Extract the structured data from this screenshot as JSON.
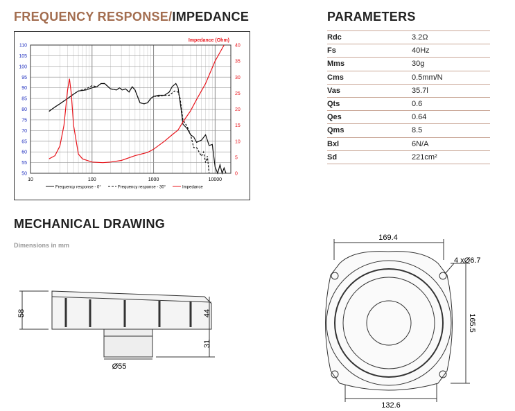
{
  "titles": {
    "freq_part1": "FREQUENCY RESPONSE/",
    "freq_part2": "IMPEDANCE",
    "parameters": "PARAMETERS",
    "mechanical": "MECHANICAL DRAWING"
  },
  "dimensions_note": "Dimensions in mm",
  "parameters": [
    {
      "name": "Rdc",
      "value": "3.2Ω"
    },
    {
      "name": "Fs",
      "value": "40Hz"
    },
    {
      "name": "Mms",
      "value": "30g"
    },
    {
      "name": "Cms",
      "value": "0.5mm/N"
    },
    {
      "name": "Vas",
      "value": "35.7l"
    },
    {
      "name": "Qts",
      "value": "0.6"
    },
    {
      "name": "Qes",
      "value": "0.64"
    },
    {
      "name": "Qms",
      "value": "8.5"
    },
    {
      "name": "Bxl",
      "value": "6N/A"
    },
    {
      "name": "Sd",
      "value": "221cm²"
    }
  ],
  "drawing": {
    "side_height": "58",
    "upper_depth": "44",
    "lower_depth": "31",
    "magnet_dia": "Ø55",
    "top_width": "169.4",
    "holes": "4 xØ6.7",
    "right_height": "165.5",
    "bottom_width": "132.6"
  },
  "chart_data": {
    "type": "line",
    "xscale": "log",
    "xlim": [
      10,
      18000
    ],
    "ylim": [
      50,
      110
    ],
    "y2lim": [
      0,
      40
    ],
    "xticks": [
      "10",
      "100",
      "1000",
      "10000"
    ],
    "yticks": [
      "50",
      "55",
      "60",
      "65",
      "70",
      "75",
      "80",
      "85",
      "90",
      "95",
      "100",
      "105",
      "110"
    ],
    "y2ticks": [
      "0",
      "5",
      "10",
      "15",
      "20",
      "25",
      "30",
      "35",
      "40"
    ],
    "y2label": "Impedance (Ohm)",
    "legend_position": "bottom",
    "colors": {
      "fr0": "#111111",
      "fr30": "#111111",
      "imp": "#e8141b",
      "yaxis": "#1f2fbf"
    },
    "series": [
      {
        "name": "Frequency response - 0°",
        "axis": "left",
        "style": "solid",
        "points": [
          [
            20,
            79
          ],
          [
            25,
            81
          ],
          [
            30,
            82.5
          ],
          [
            40,
            85
          ],
          [
            50,
            87
          ],
          [
            60,
            88.5
          ],
          [
            80,
            89
          ],
          [
            100,
            90
          ],
          [
            120,
            90.5
          ],
          [
            140,
            92
          ],
          [
            160,
            92
          ],
          [
            200,
            89.5
          ],
          [
            250,
            89
          ],
          [
            280,
            90
          ],
          [
            310,
            89
          ],
          [
            350,
            89.5
          ],
          [
            400,
            88
          ],
          [
            450,
            90.5
          ],
          [
            500,
            89
          ],
          [
            600,
            83
          ],
          [
            700,
            82.5
          ],
          [
            800,
            83
          ],
          [
            900,
            85
          ],
          [
            1000,
            86
          ],
          [
            1200,
            86.5
          ],
          [
            1500,
            86.5
          ],
          [
            1800,
            88
          ],
          [
            2000,
            90.5
          ],
          [
            2300,
            92
          ],
          [
            2500,
            90
          ],
          [
            2800,
            80
          ],
          [
            3000,
            73
          ],
          [
            3500,
            71
          ],
          [
            4000,
            68
          ],
          [
            4500,
            67
          ],
          [
            5000,
            64.5
          ],
          [
            6000,
            65.5
          ],
          [
            7000,
            68
          ],
          [
            8000,
            63
          ],
          [
            9000,
            63.5
          ],
          [
            10000,
            53
          ],
          [
            11000,
            50
          ],
          [
            12000,
            54
          ],
          [
            13000,
            50
          ],
          [
            14000,
            52.5
          ],
          [
            15000,
            50
          ]
        ]
      },
      {
        "name": "Frequency response - 30°",
        "axis": "left",
        "style": "dashed",
        "points": [
          [
            20,
            79
          ],
          [
            25,
            81
          ],
          [
            30,
            82.5
          ],
          [
            40,
            85
          ],
          [
            50,
            87
          ],
          [
            60,
            88.5
          ],
          [
            80,
            89.5
          ],
          [
            100,
            91
          ],
          [
            120,
            90.5
          ],
          [
            140,
            92
          ],
          [
            160,
            92
          ],
          [
            200,
            89.5
          ],
          [
            250,
            89
          ],
          [
            280,
            90
          ],
          [
            310,
            89
          ],
          [
            350,
            89.5
          ],
          [
            400,
            88
          ],
          [
            450,
            90.5
          ],
          [
            500,
            89
          ],
          [
            600,
            83
          ],
          [
            700,
            82.5
          ],
          [
            800,
            83
          ],
          [
            900,
            85
          ],
          [
            1000,
            86
          ],
          [
            1200,
            86
          ],
          [
            1500,
            86.5
          ],
          [
            1800,
            86.5
          ],
          [
            2200,
            88.5
          ],
          [
            2500,
            88
          ],
          [
            2700,
            85
          ],
          [
            3000,
            75
          ],
          [
            3500,
            72
          ],
          [
            4000,
            68
          ],
          [
            4500,
            62
          ],
          [
            5000,
            62
          ],
          [
            6000,
            58
          ],
          [
            6500,
            60
          ],
          [
            7000,
            55
          ],
          [
            7500,
            58
          ],
          [
            8000,
            50
          ]
        ]
      },
      {
        "name": "Impedance",
        "axis": "right",
        "style": "solid",
        "points": [
          [
            20,
            4.5
          ],
          [
            25,
            5.5
          ],
          [
            30,
            8.5
          ],
          [
            35,
            15
          ],
          [
            40,
            26
          ],
          [
            43,
            29.5
          ],
          [
            46,
            25
          ],
          [
            50,
            15
          ],
          [
            60,
            6
          ],
          [
            70,
            4.5
          ],
          [
            100,
            3.5
          ],
          [
            150,
            3.3
          ],
          [
            200,
            3.5
          ],
          [
            300,
            4
          ],
          [
            500,
            5.5
          ],
          [
            800,
            6.5
          ],
          [
            1000,
            7.5
          ],
          [
            1500,
            10
          ],
          [
            2000,
            12
          ],
          [
            2500,
            13.5
          ],
          [
            3000,
            16
          ],
          [
            4000,
            19.5
          ],
          [
            5000,
            23
          ],
          [
            7000,
            28
          ],
          [
            10000,
            35
          ],
          [
            14000,
            40
          ]
        ]
      }
    ]
  }
}
